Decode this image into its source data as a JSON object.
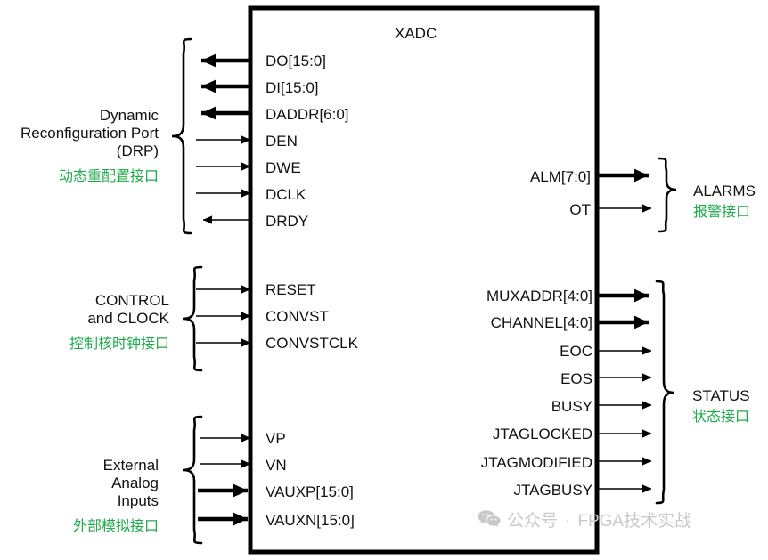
{
  "diagram": {
    "block_title": "XADC",
    "colors": {
      "line": "#000000",
      "text": "#111111",
      "chinese_accent": "#1faa4b",
      "watermark": "#c9c9c9",
      "background": "#ffffff"
    }
  },
  "groups": {
    "drp": {
      "label_lines": [
        "Dynamic",
        "Reconfiguration Port",
        "(DRP)"
      ],
      "label_cn": "动态重配置接口",
      "side": "left",
      "signals": [
        {
          "name": "DO[15:0]",
          "direction": "out",
          "width": "bus"
        },
        {
          "name": "DI[15:0]",
          "direction": "out",
          "width": "bus"
        },
        {
          "name": "DADDR[6:0]",
          "direction": "out",
          "width": "bus"
        },
        {
          "name": "DEN",
          "direction": "in",
          "width": "single"
        },
        {
          "name": "DWE",
          "direction": "in",
          "width": "single"
        },
        {
          "name": "DCLK",
          "direction": "in",
          "width": "single"
        },
        {
          "name": "DRDY",
          "direction": "out",
          "width": "single"
        }
      ]
    },
    "control": {
      "label_lines": [
        "CONTROL",
        "and CLOCK"
      ],
      "label_cn": "控制核时钟接口",
      "side": "left",
      "signals": [
        {
          "name": "RESET",
          "direction": "in",
          "width": "single"
        },
        {
          "name": "CONVST",
          "direction": "in",
          "width": "single"
        },
        {
          "name": "CONVSTCLK",
          "direction": "in",
          "width": "single"
        }
      ]
    },
    "analog": {
      "label_lines": [
        "External",
        "Analog",
        "Inputs"
      ],
      "label_cn": "外部模拟接口",
      "side": "left",
      "signals": [
        {
          "name": "VP",
          "direction": "in",
          "width": "single"
        },
        {
          "name": "VN",
          "direction": "in",
          "width": "single"
        },
        {
          "name": "VAUXP[15:0]",
          "direction": "in",
          "width": "bus"
        },
        {
          "name": "VAUXN[15:0]",
          "direction": "in",
          "width": "bus"
        }
      ]
    },
    "alarms": {
      "label_lines": [
        "ALARMS"
      ],
      "label_cn": "报警接口",
      "side": "right",
      "signals": [
        {
          "name": "ALM[7:0]",
          "direction": "out",
          "width": "bus"
        },
        {
          "name": "OT",
          "direction": "out",
          "width": "single"
        }
      ]
    },
    "status": {
      "label_lines": [
        "STATUS"
      ],
      "label_cn": "状态接口",
      "side": "right",
      "signals": [
        {
          "name": "MUXADDR[4:0]",
          "direction": "out",
          "width": "bus"
        },
        {
          "name": "CHANNEL[4:0]",
          "direction": "out",
          "width": "bus"
        },
        {
          "name": "EOC",
          "direction": "out",
          "width": "single"
        },
        {
          "name": "EOS",
          "direction": "out",
          "width": "single"
        },
        {
          "name": "BUSY",
          "direction": "out",
          "width": "single"
        },
        {
          "name": "JTAGLOCKED",
          "direction": "out",
          "width": "single"
        },
        {
          "name": "JTAGMODIFIED",
          "direction": "out",
          "width": "single"
        },
        {
          "name": "JTAGBUSY",
          "direction": "out",
          "width": "single"
        }
      ]
    }
  },
  "watermark": {
    "icon": "wechat-icon",
    "text": "公众号",
    "separator": "·",
    "account": "FPGA技术实战"
  }
}
